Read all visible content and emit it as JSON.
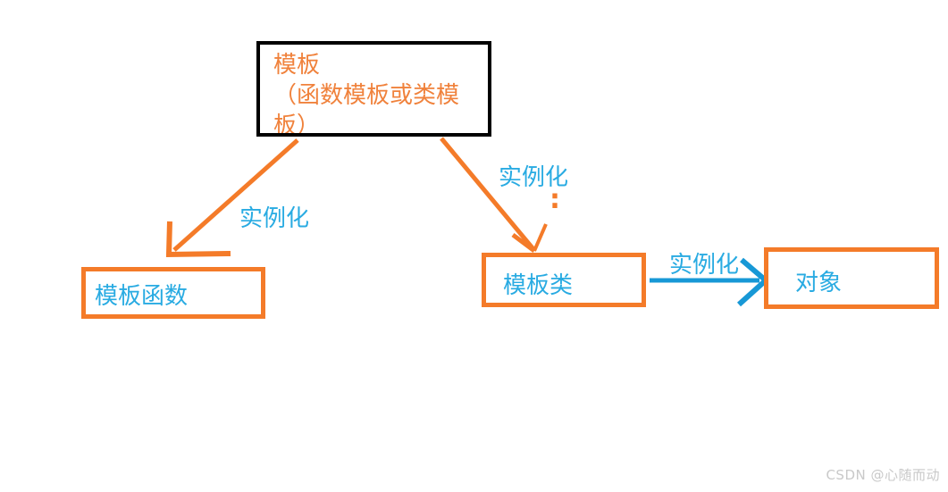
{
  "diagram": {
    "nodes": {
      "template": {
        "lines": [
          "模板",
          "（函数模板或类模",
          "板）"
        ]
      },
      "template_function": {
        "label": "模板函数"
      },
      "template_class": {
        "label": "模板类"
      },
      "object": {
        "label": "对象"
      }
    },
    "edges": {
      "left_label": "实例化",
      "right_label": "实例化",
      "right_colon": ":",
      "horizontal_label": "实例化"
    },
    "colors": {
      "box_border_black": "#000000",
      "orange": "#F47B29",
      "orange_text": "#F0823C",
      "blue_text": "#29ABE2",
      "blue_arrow": "#1798D6",
      "watermark_gray": "#C9C9C9"
    }
  },
  "watermark": {
    "text": "CSDN @心随而动"
  }
}
